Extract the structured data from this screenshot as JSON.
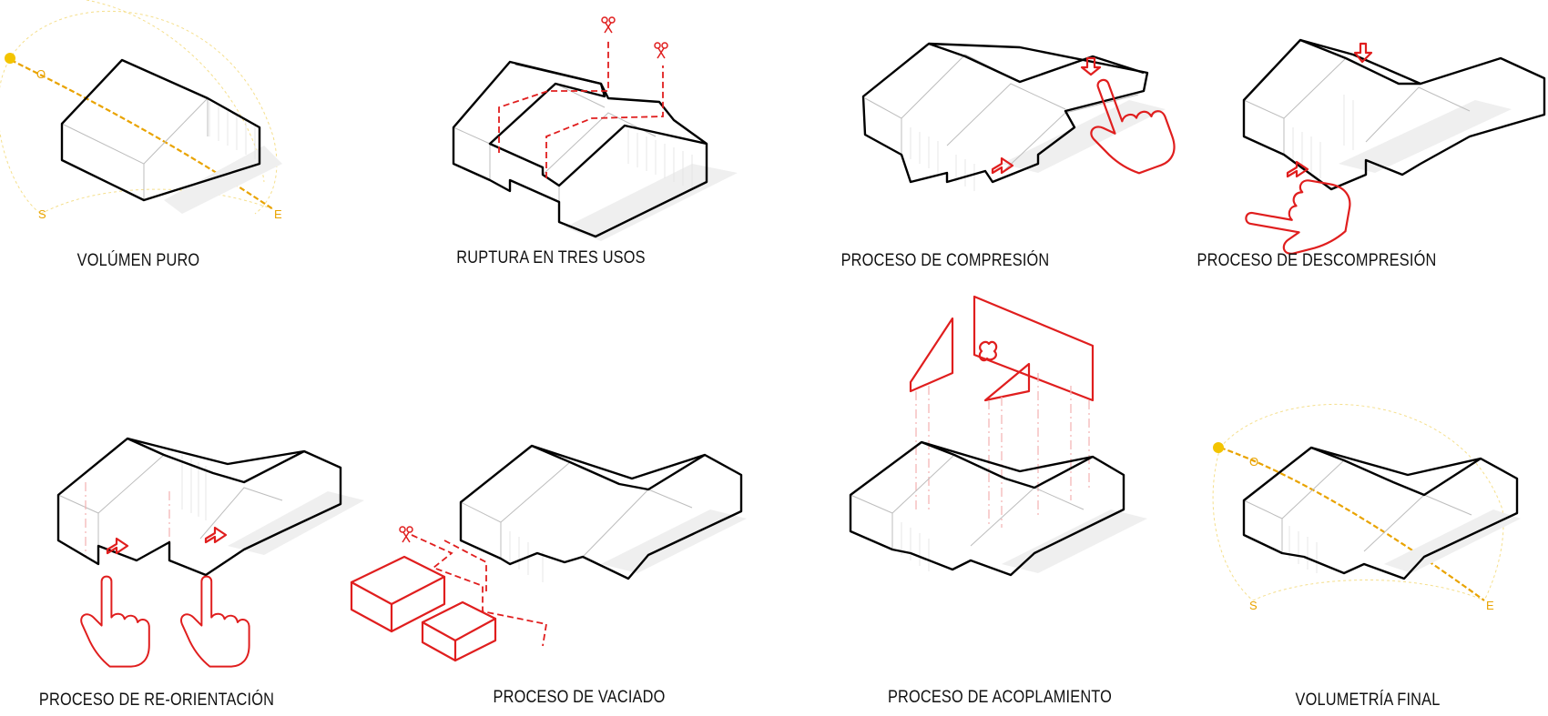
{
  "captions": {
    "volumen_puro": "VOLÚMEN PURO",
    "ruptura": "RUPTURA EN TRES USOS",
    "compresion": "PROCESO DE COMPRESIÓN",
    "descompresion": "PROCESO DE DESCOMPRESIÓN",
    "reorientacion": "PROCESO DE RE-ORIENTACIÓN",
    "vaciado": "PROCESO DE VACIADO",
    "acoplamiento": "PROCESO DE ACOPLAMIENTO",
    "volumetria_final": "VOLUMETRÍA FINAL"
  },
  "orientation": {
    "west": "O",
    "south": "S",
    "east": "E"
  },
  "colors": {
    "outline": "#000000",
    "accent_red": "#e01e1e",
    "sun_yellow": "#e9a300"
  }
}
